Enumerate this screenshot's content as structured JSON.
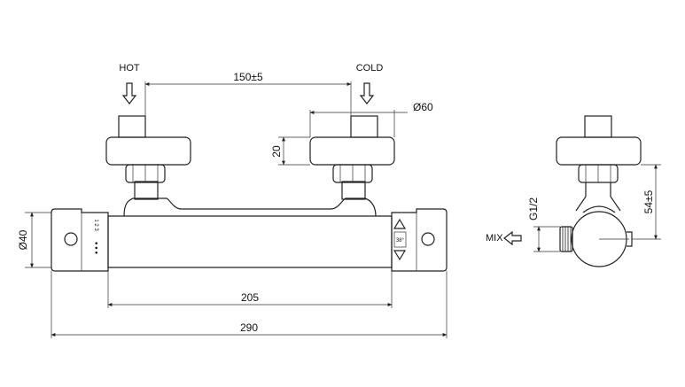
{
  "labels": {
    "hot": "HOT",
    "cold": "COLD",
    "mix": "MIX"
  },
  "dimensions": {
    "inlet_spacing": "150±5",
    "flange_diameter": "Ø60",
    "flange_thickness": "20",
    "body_diameter": "Ø40",
    "control_span": "205",
    "overall_length": "290",
    "thread": "G1/2",
    "depth": "54±5"
  },
  "markings": {
    "temperature": "38°",
    "flow_scale": "1 2 3",
    "flow_scale_dots": "● ● ●"
  },
  "colors": {
    "line": "#222222",
    "background": "#ffffff"
  }
}
